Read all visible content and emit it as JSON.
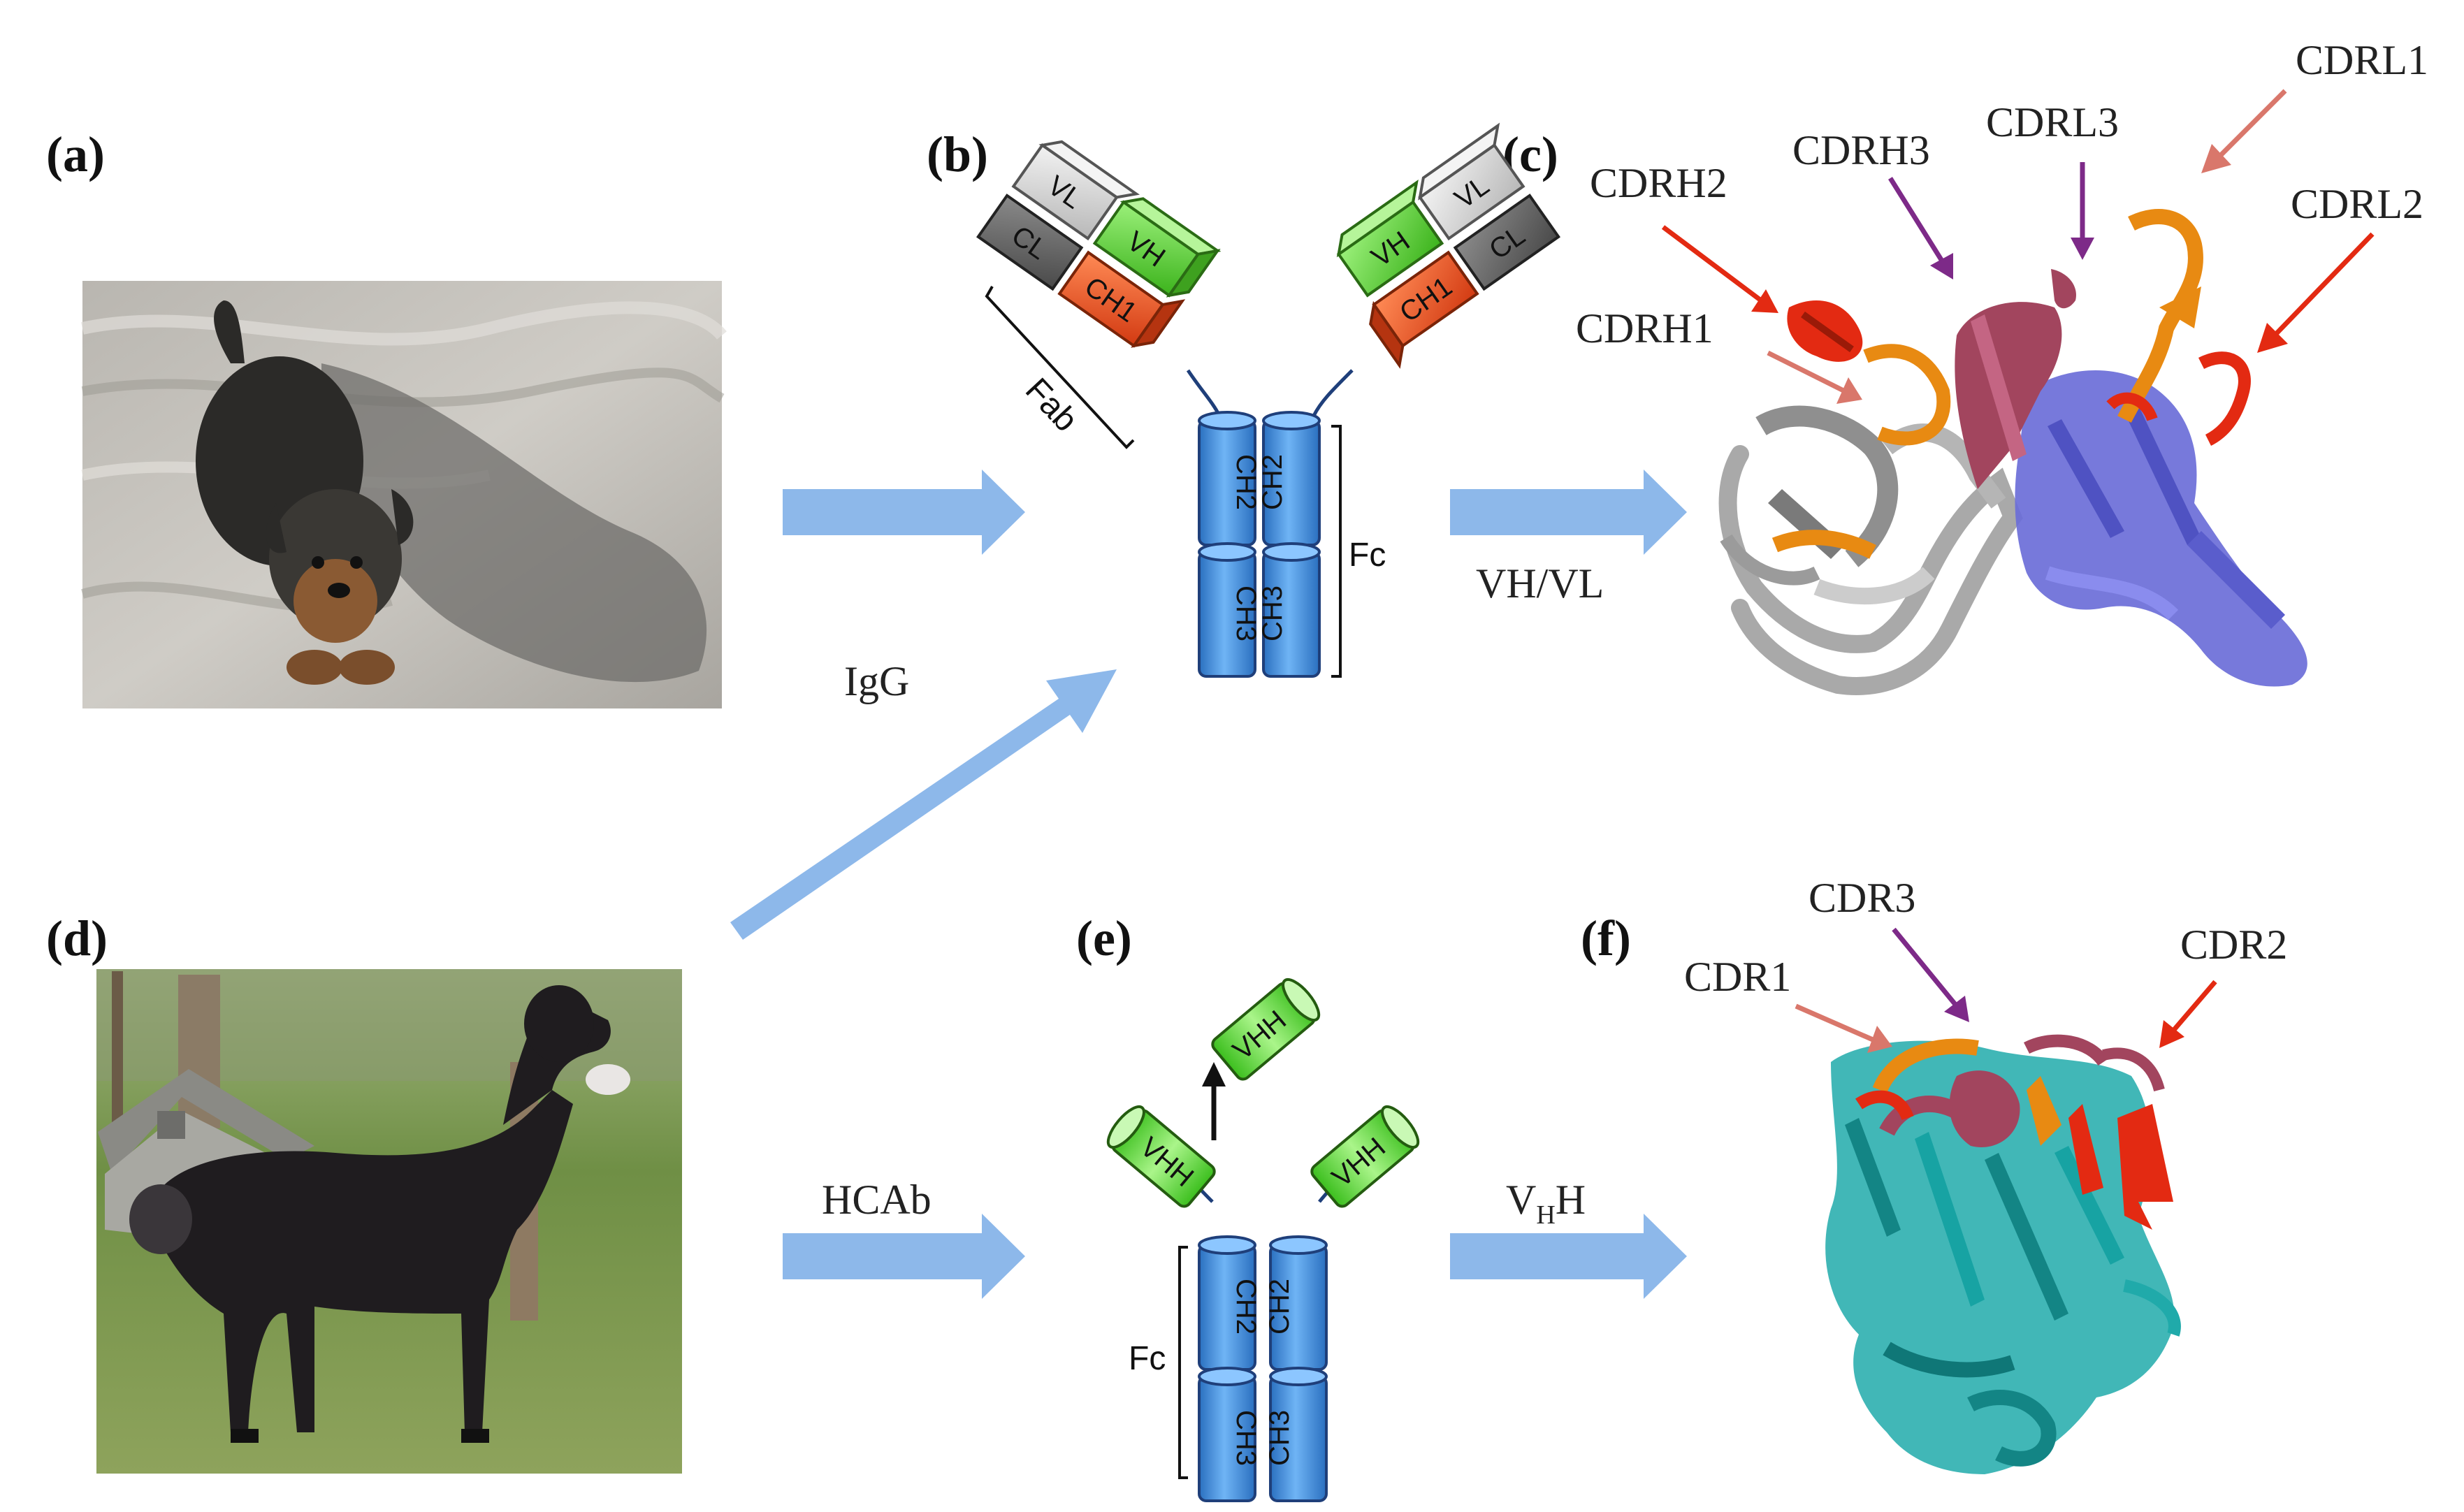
{
  "panels": {
    "a": "(a)",
    "b": "(b)",
    "c": "(c)",
    "d": "(d)",
    "e": "(e)",
    "f": "(f)"
  },
  "arrows": {
    "igg": "IgG",
    "vhvl": "VH/VL",
    "hcab": "HCAb",
    "vhh_main": "V",
    "vhh_sub": "H",
    "vhh_tail": "H"
  },
  "igg_domains": {
    "vh": "VH",
    "vl": "VL",
    "ch1": "CH1",
    "cl": "CL",
    "ch2": "CH2",
    "ch3": "CH3",
    "fab": "Fab",
    "fc": "Fc"
  },
  "hcab_domains": {
    "vhh": "VHH",
    "ch2": "CH2",
    "ch3": "CH3",
    "fc": "Fc"
  },
  "cdr_labels_c": {
    "h1": "CDRH1",
    "h2": "CDRH2",
    "h3": "CDRH3",
    "l1": "CDRL1",
    "l2": "CDRL2",
    "l3": "CDRL3"
  },
  "cdr_labels_f": {
    "cdr1": "CDR1",
    "cdr2": "CDR2",
    "cdr3": "CDR3"
  },
  "colors": {
    "arrow": "#8db8ea",
    "vh_green": "#5fdc3a",
    "ch1_orange": "#f0522a",
    "vl_grey": "#d9d9d9",
    "cl_dark": "#6d6d6d",
    "fc_blue": "#3f8fdc",
    "light_chain_ribbon": "#6b6ed8",
    "heavy_chain_ribbon": "#bdbdbd",
    "vhh_ribbon": "#20aaaa",
    "cdr_red": "#e32a12",
    "cdr_orange": "#e88a12",
    "cdr_maroon": "#a2455e"
  }
}
